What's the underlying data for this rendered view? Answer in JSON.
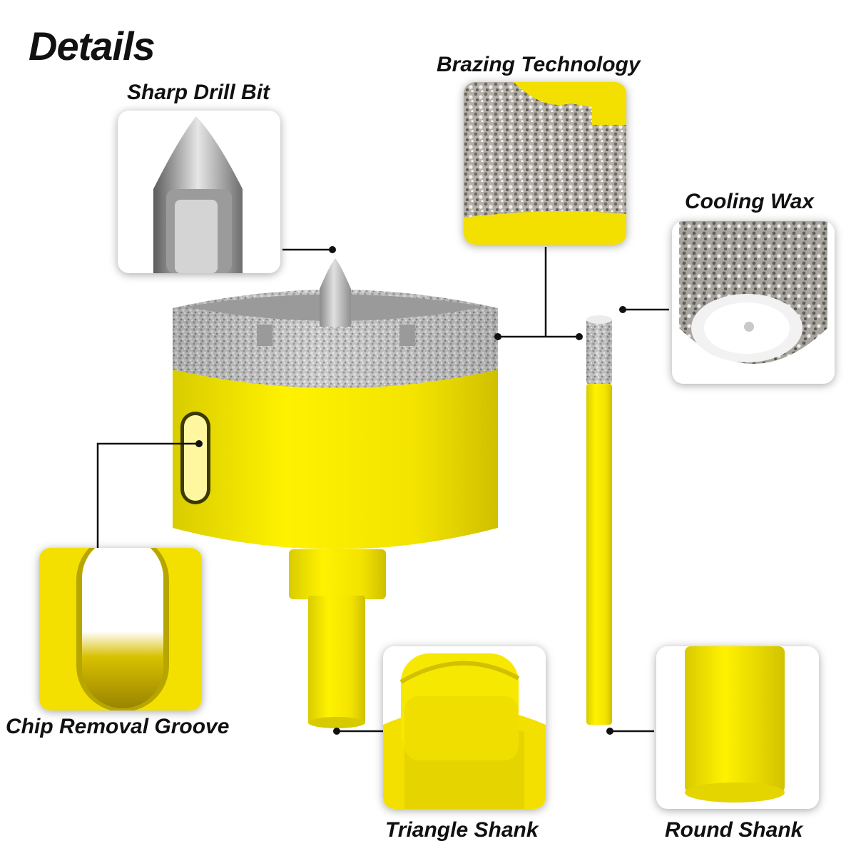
{
  "page": {
    "title": "Details"
  },
  "callouts": {
    "sharp_drill_bit": "Sharp Drill Bit",
    "brazing_technology": "Brazing Technology",
    "cooling_wax": "Cooling Wax",
    "chip_removal_groove": "Chip Removal Groove",
    "triangle_shank": "Triangle Shank",
    "round_shank": "Round Shank"
  },
  "colors": {
    "yellow": "#f5e500",
    "yellow_dark": "#c8b800",
    "steel": "#b8b8b8",
    "steel_dark": "#6f6f6f",
    "wax": "#f2f2f2",
    "line": "#111111"
  }
}
